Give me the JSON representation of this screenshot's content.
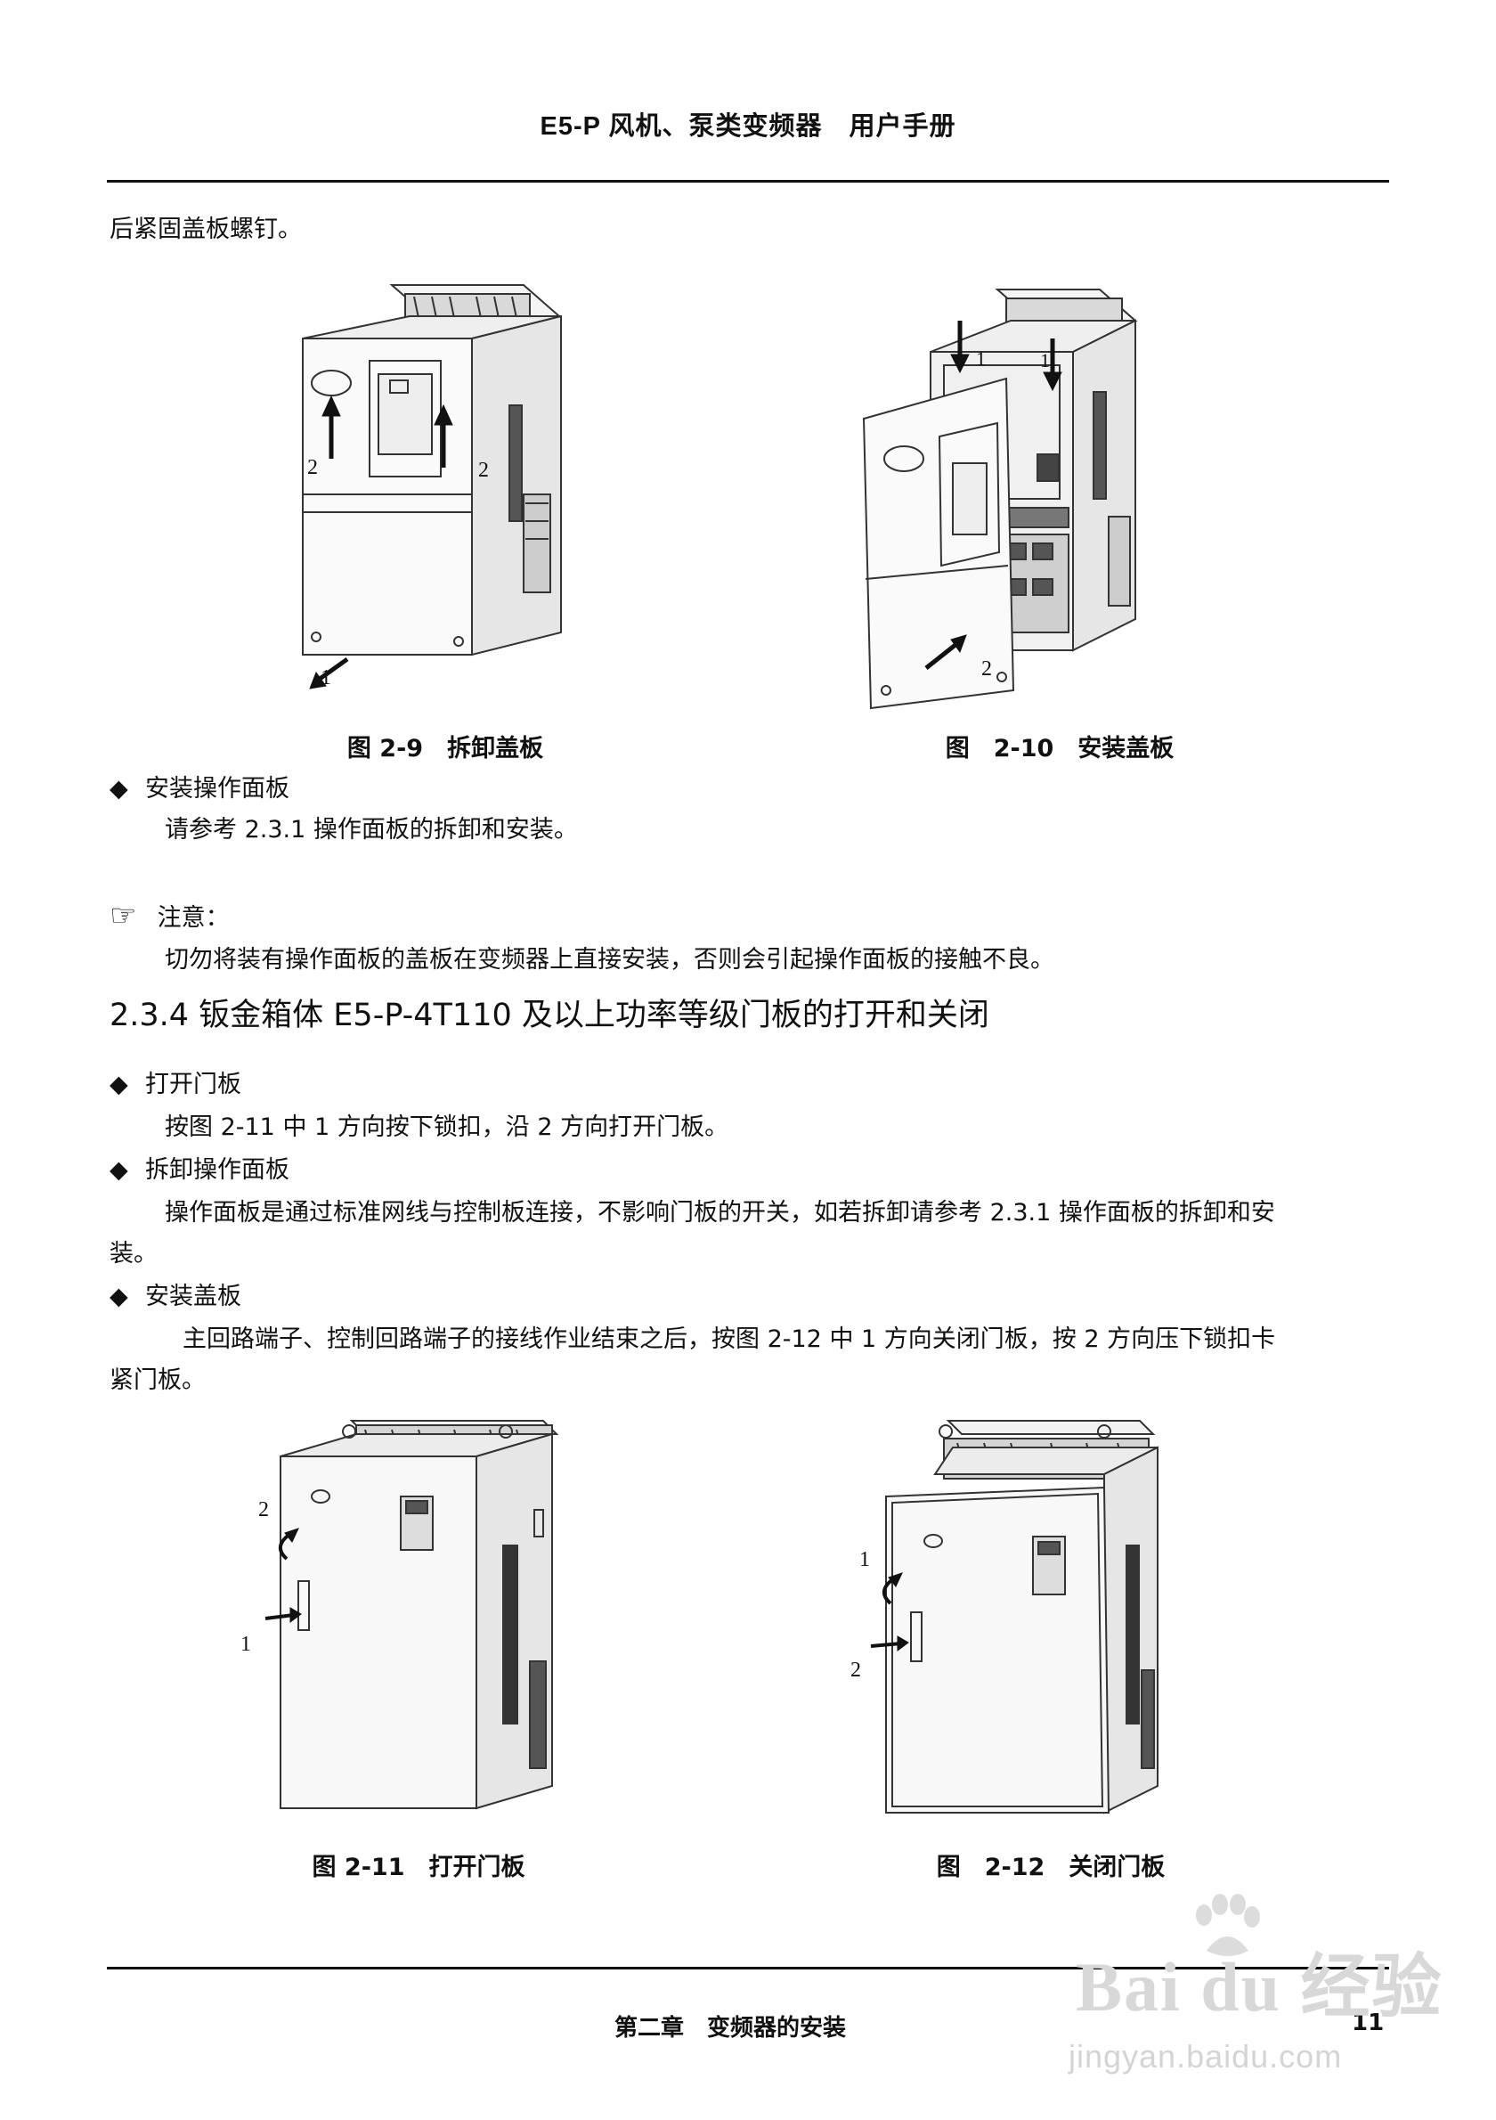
{
  "header": {
    "title": "E5-P 风机、泵类变频器　用户手册"
  },
  "intro": "后紧固盖板螺钉。",
  "figures": {
    "fig9": {
      "caption": "图 2-9　拆卸盖板",
      "labels": [
        "1",
        "2",
        "2"
      ]
    },
    "fig10": {
      "caption": "图　2-10　安装盖板",
      "labels": [
        "1",
        "1",
        "2"
      ]
    },
    "fig11": {
      "caption": "图 2-11　打开门板",
      "labels": [
        "2",
        "1"
      ]
    },
    "fig12": {
      "caption": "图　2-12　关闭门板",
      "labels": [
        "1",
        "2"
      ]
    }
  },
  "bullets": {
    "install_panel": {
      "marker": "◆",
      "title": "安装操作面板",
      "body": "请参考 2.3.1 操作面板的拆卸和安装。"
    },
    "open_door": {
      "marker": "◆",
      "title": "打开门板",
      "body": "按图 2-11 中 1 方向按下锁扣，沿 2 方向打开门板。"
    },
    "remove_panel": {
      "marker": "◆",
      "title": "拆卸操作面板",
      "body1": "操作面板是通过标准网线与控制板连接，不影响门板的开关，如若拆卸请参考 2.3.1 操作面板的拆卸和安",
      "body2": "装。"
    },
    "install_cover": {
      "marker": "◆",
      "title": "安装盖板",
      "body1": "主回路端子、控制回路端子的接线作业结束之后，按图 2-12 中 1 方向关闭门板，按 2 方向压下锁扣卡",
      "body2": "紧门板。"
    }
  },
  "note": {
    "icon": "pointing-hand-icon",
    "title": "注意：",
    "body": "切勿将装有操作面板的盖板在变频器上直接安装，否则会引起操作面板的接触不良。"
  },
  "section": {
    "title": "2.3.4 钣金箱体 E5-P-4T110 及以上功率等级门板的打开和关闭"
  },
  "footer": {
    "chapter": "第二章　变频器的安装",
    "page": "11"
  },
  "watermark": {
    "brand": "Bai du 经验",
    "url": "jingyan.baidu.com"
  }
}
